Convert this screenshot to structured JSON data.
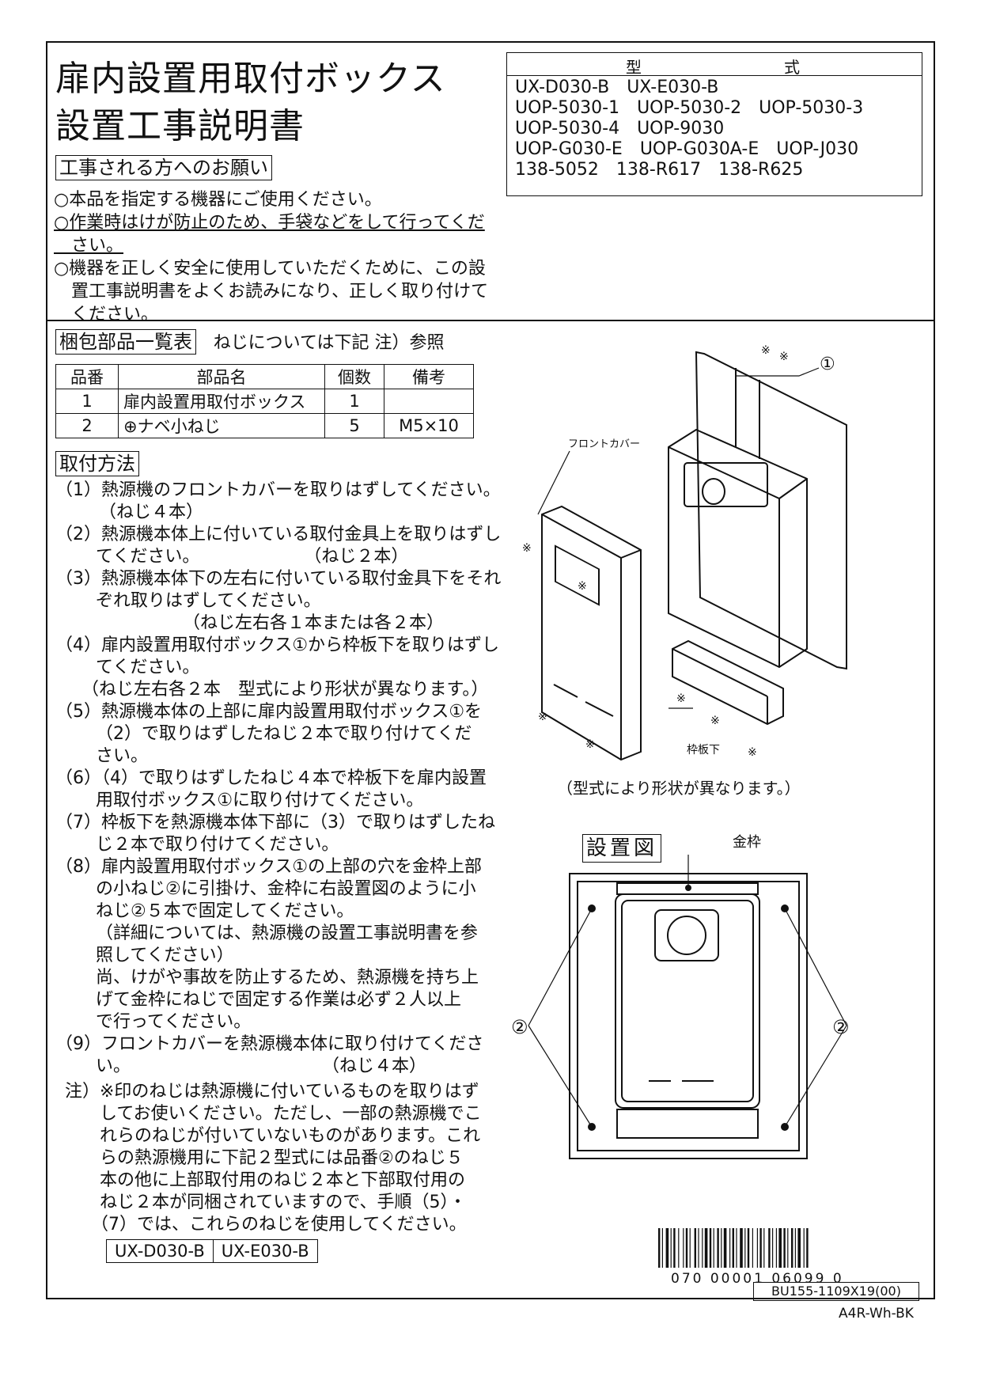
{
  "title_line1": "扉内設置用取付ボックス",
  "title_line2": "設置工事説明書",
  "request_heading": "工事される方へのお願い",
  "request_items": [
    "○本品を指定する機器にご使用ください。",
    "○作業時はけが防止のため、手袋などをして行ってくだ",
    "　さい。",
    "○機器を正しく安全に使用していただくために、この設",
    "　置工事説明書をよくお読みになり、正しく取り付けて",
    "　ください。"
  ],
  "models_box": {
    "header_a": "型",
    "header_b": "式",
    "rows": [
      "UX-D030-B　UX-E030-B",
      "UOP-5030-1　UOP-5030-2　UOP-5030-3",
      "UOP-5030-4　UOP-9030",
      "UOP-G030-E　UOP-G030A-E　UOP-J030",
      "138-5052　138-R617　138-R625"
    ]
  },
  "parts_heading": "梱包部品一覧表",
  "parts_note": "ねじについては下記 注）参照",
  "parts_table": {
    "headers": [
      "品番",
      "部品名",
      "個数",
      "備考"
    ],
    "rows": [
      [
        "1",
        "扉内設置用取付ボックス",
        "1",
        ""
      ],
      [
        "2",
        "⊕ナベ小ねじ",
        "5",
        "M5×10"
      ]
    ]
  },
  "method_heading": "取付方法",
  "steps": [
    "（1）熱源機のフロントカバーを取りはずしてください。",
    "　　　（ねじ４本）",
    "（2）熱源機本体上に付いている取付金具上を取りはずし",
    "　　 てください。　　　　　　　（ねじ２本）",
    "（3）熱源機本体下の左右に付いている取付金具下をそれ",
    "　　 ぞれ取りはずしてください。",
    "　　　　　　　 （ねじ左右各１本または各２本）",
    "（4）扉内設置用取付ボックス①から枠板下を取りはずし",
    "　　 てください。",
    "　　（ねじ左右各２本　型式により形状が異なります。）",
    "（5）熱源機本体の上部に扉内設置用取付ボックス①を",
    "　　 （2）で取りはずしたねじ２本で取り付けてくだ",
    "　　 さい。",
    "（6）（4）で取りはずしたねじ４本で枠板下を扉内設置",
    "　　 用取付ボックス①に取り付けてください。",
    "（7）枠板下を熱源機本体下部に（3）で取りはずしたね",
    "　　 じ２本で取り付けてください。",
    "（8）扉内設置用取付ボックス①の上部の穴を金枠上部",
    "　　 の小ねじ②に引掛け、金枠に右設置図のように小",
    "　　 ねじ②５本で固定してください。",
    "　　 （詳細については、熱源機の設置工事説明書を参",
    "　　 照してください）",
    "　　 尚、けがや事故を防止するため、熱源機を持ち上",
    "　　 げて金枠にねじで固定する作業は必ず２人以上",
    "　　 で行ってください。",
    "（9）フロントカバーを熱源機本体に取り付けてくださ",
    "　　 い。　　　　　　　　　　　　（ねじ４本）"
  ],
  "note_lines": [
    "注）※印のねじは熱源機に付いているものを取りはず",
    "　　してお使いください。ただし、一部の熱源機でこ",
    "　　れらのねじが付いていないものがあります。これ",
    "　　らの熱源機用に下記２型式には品番②のねじ５",
    "　　本の他に上部取付用のねじ２本と下部取付用の",
    "　　ねじ２本が同梱されていますので、手順（5）・",
    "　　（7）では、これらのねじを使用してください。"
  ],
  "note_models": [
    "UX-D030-B",
    "UX-E030-B"
  ],
  "diagram1": {
    "label_front_cover": "フロントカバー",
    "label_frame_lower": "枠板下",
    "label_part1": "①",
    "caption": "（型式により形状が異なります。）"
  },
  "diagram2": {
    "title": "設置図",
    "label_frame": "金枠",
    "label_part2_left": "②",
    "label_part2_right": "②"
  },
  "barcode_number": "070 00001 06099 0",
  "doc_code": "BU155-1109X19(00)",
  "paper_code": "A4R-Wh-BK"
}
